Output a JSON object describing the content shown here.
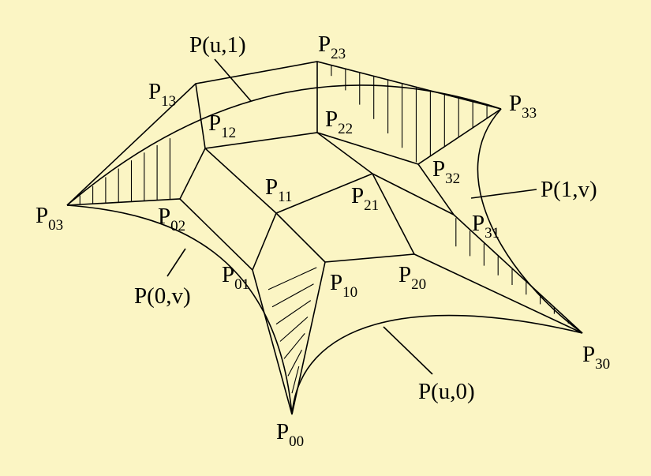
{
  "points": {
    "P00": {
      "base": "P",
      "sub": "00"
    },
    "P01": {
      "base": "P",
      "sub": "01"
    },
    "P02": {
      "base": "P",
      "sub": "02"
    },
    "P03": {
      "base": "P",
      "sub": "03"
    },
    "P10": {
      "base": "P",
      "sub": "10"
    },
    "P11": {
      "base": "P",
      "sub": "11"
    },
    "P12": {
      "base": "P",
      "sub": "12"
    },
    "P13": {
      "base": "P",
      "sub": "13"
    },
    "P20": {
      "base": "P",
      "sub": "20"
    },
    "P21": {
      "base": "P",
      "sub": "21"
    },
    "P22": {
      "base": "P",
      "sub": "22"
    },
    "P23": {
      "base": "P",
      "sub": "23"
    },
    "P30": {
      "base": "P",
      "sub": "30"
    },
    "P31": {
      "base": "P",
      "sub": "31"
    },
    "P32": {
      "base": "P",
      "sub": "32"
    },
    "P33": {
      "base": "P",
      "sub": "33"
    }
  },
  "curves": {
    "u1": "P(u,1)",
    "v1": "P(1,v)",
    "v0": "P(0,v)",
    "u0": "P(u,0)"
  }
}
